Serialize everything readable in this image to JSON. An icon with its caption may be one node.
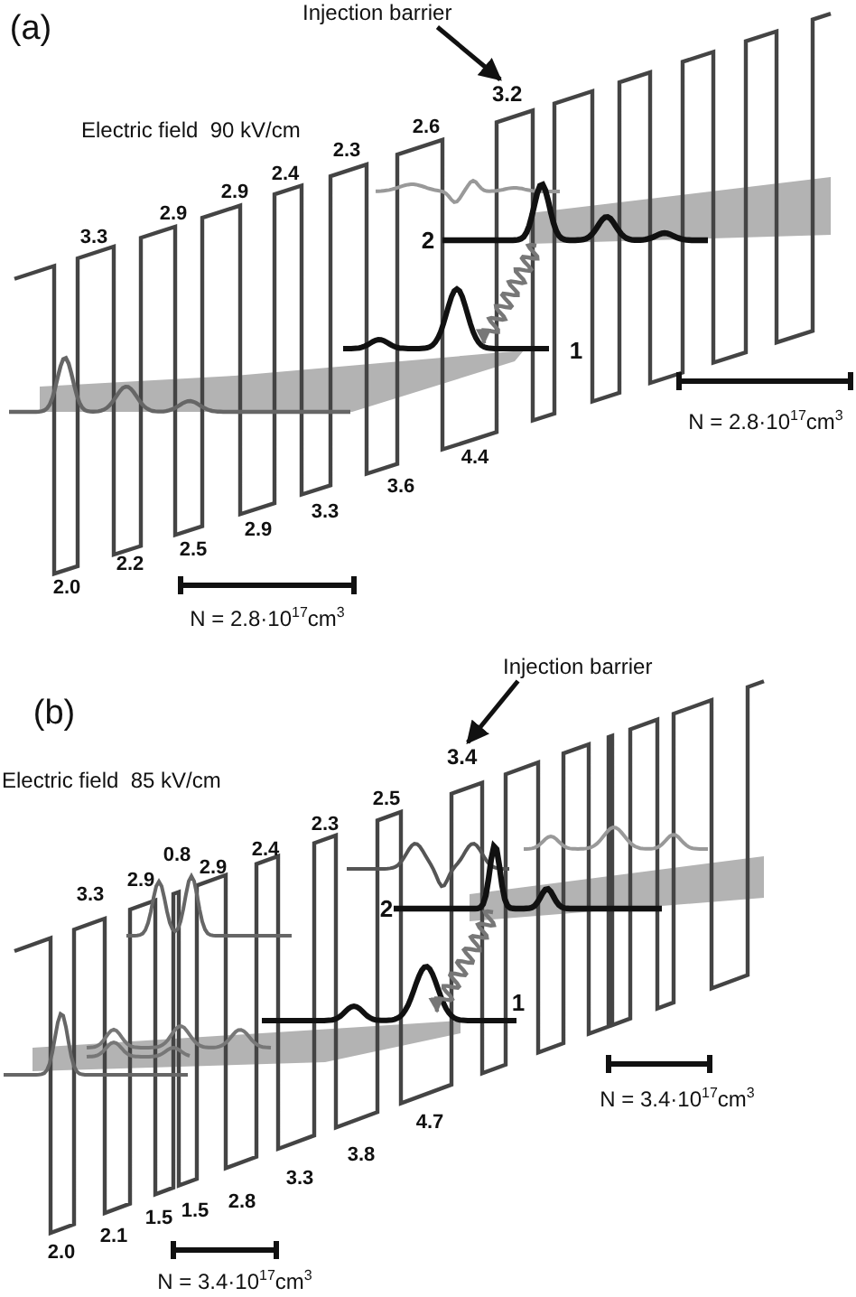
{
  "diagram": {
    "nodes": [
      {
        "text": [
          "Injection barrier"
        ]
      },
      {
        "text": [
          "3.2"
        ]
      },
      {
        "text": [
          "Injection barrier"
        ]
      },
      {
        "text": [
          "3.4"
        ]
      }
    ],
    "edges": [
      {
        "from": 0,
        "to": 1,
        "arrow": "to"
      },
      {
        "from": 2,
        "to": 3,
        "arrow": "to"
      }
    ],
    "labels": [
      "(a)",
      "Electric field  90 kV/cm",
      "2.6",
      "2.3",
      "2.4",
      "2.9",
      "2.9",
      "3.3",
      "2",
      "1",
      "N = 2.8·10$^{17}$cm$^{3}$",
      "4.4",
      "3.6",
      "3.3",
      "2.9",
      "2.5",
      "2.2",
      "2.0",
      "N = 2.8·10$^{17}$cm$^{3}$",
      "(b)",
      "Electric field  85 kV/cm",
      "2.5",
      "2.3",
      "2.4",
      "0.8",
      "2.9",
      "2.9",
      "3.3",
      "2",
      "1",
      "N = 3.4·10$^{17}$cm$^{3}$",
      "4.7",
      "3.8",
      "3.3",
      "2.8",
      "1.5",
      "1.5",
      "2.1",
      "2.0",
      "N = 3.4·10$^{17}$cm$^{3}$"
    ]
  }
}
